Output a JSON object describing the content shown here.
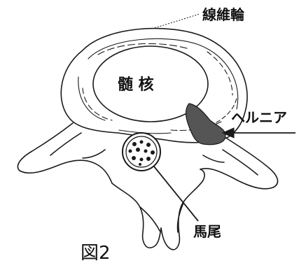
{
  "figure": {
    "caption": "図2",
    "labels": {
      "annulus": "線維輪",
      "nucleus": "髄 核",
      "hernia": "ヘルニア",
      "cauda": "馬尾"
    }
  },
  "colors": {
    "line": "#1a1a1a",
    "hernia_fill": "#555555",
    "background": "#ffffff"
  }
}
